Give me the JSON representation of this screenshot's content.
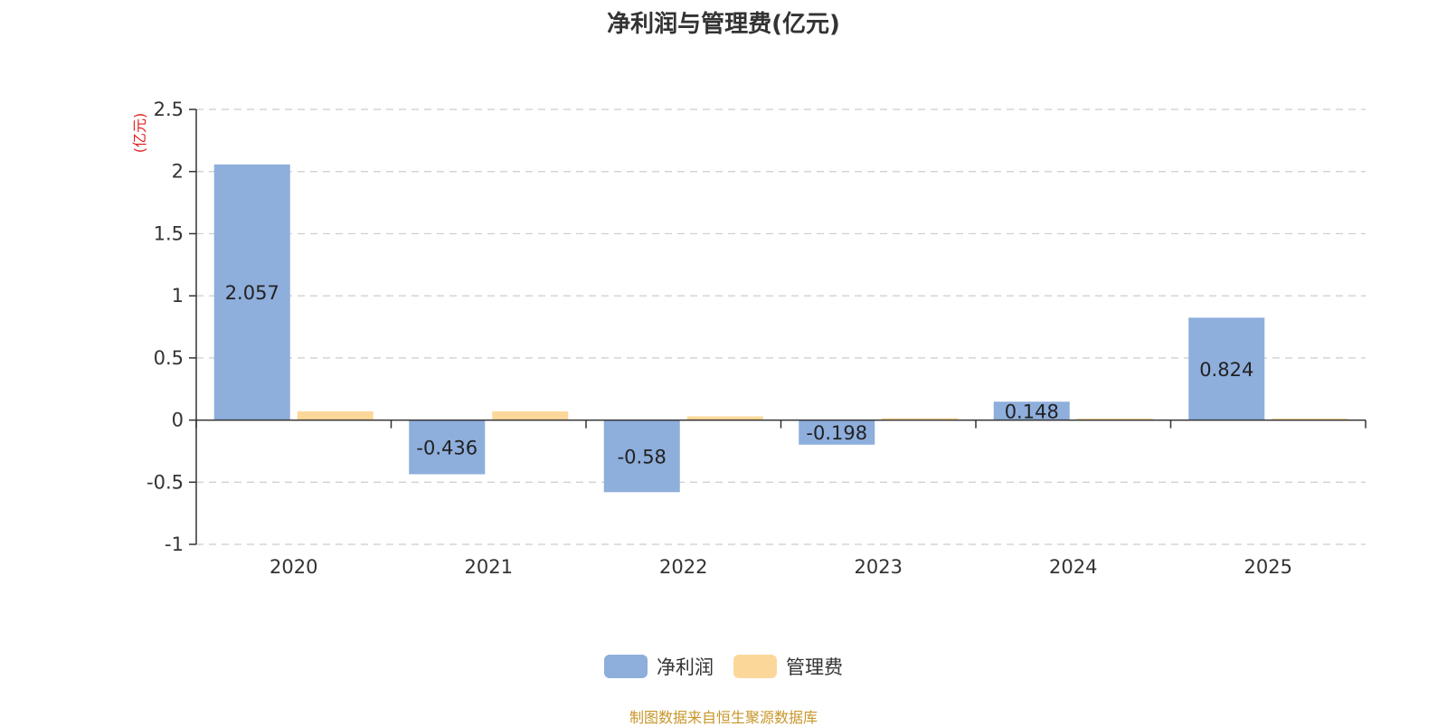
{
  "chart_data": {
    "type": "bar",
    "title": "净利润与管理费(亿元)",
    "ylabel": "(亿元)",
    "categories": [
      "2020",
      "2021",
      "2022",
      "2023",
      "2024",
      "2025"
    ],
    "series": [
      {
        "name": "净利润",
        "values": [
          2.057,
          -0.436,
          -0.58,
          -0.198,
          0.148,
          0.824
        ],
        "color": "#8eaedc",
        "show_labels": true
      },
      {
        "name": "管理费",
        "values": [
          0.07,
          0.07,
          0.03,
          0.015,
          0.012,
          0.012
        ],
        "color": "#fbd89a",
        "show_labels": false
      }
    ],
    "ylim": [
      -1,
      2.5
    ],
    "yticks": [
      "2.5",
      "2",
      "1.5",
      "1",
      "0.5",
      "0",
      "-0.5",
      "-1"
    ],
    "grid": true,
    "legend_position": "bottom"
  },
  "source_note": "制图数据来自恒生聚源数据库",
  "colors": {
    "ylabel": "#e02020",
    "grid": "#cccccc",
    "axis": "#333333",
    "source": "#c8962a"
  }
}
